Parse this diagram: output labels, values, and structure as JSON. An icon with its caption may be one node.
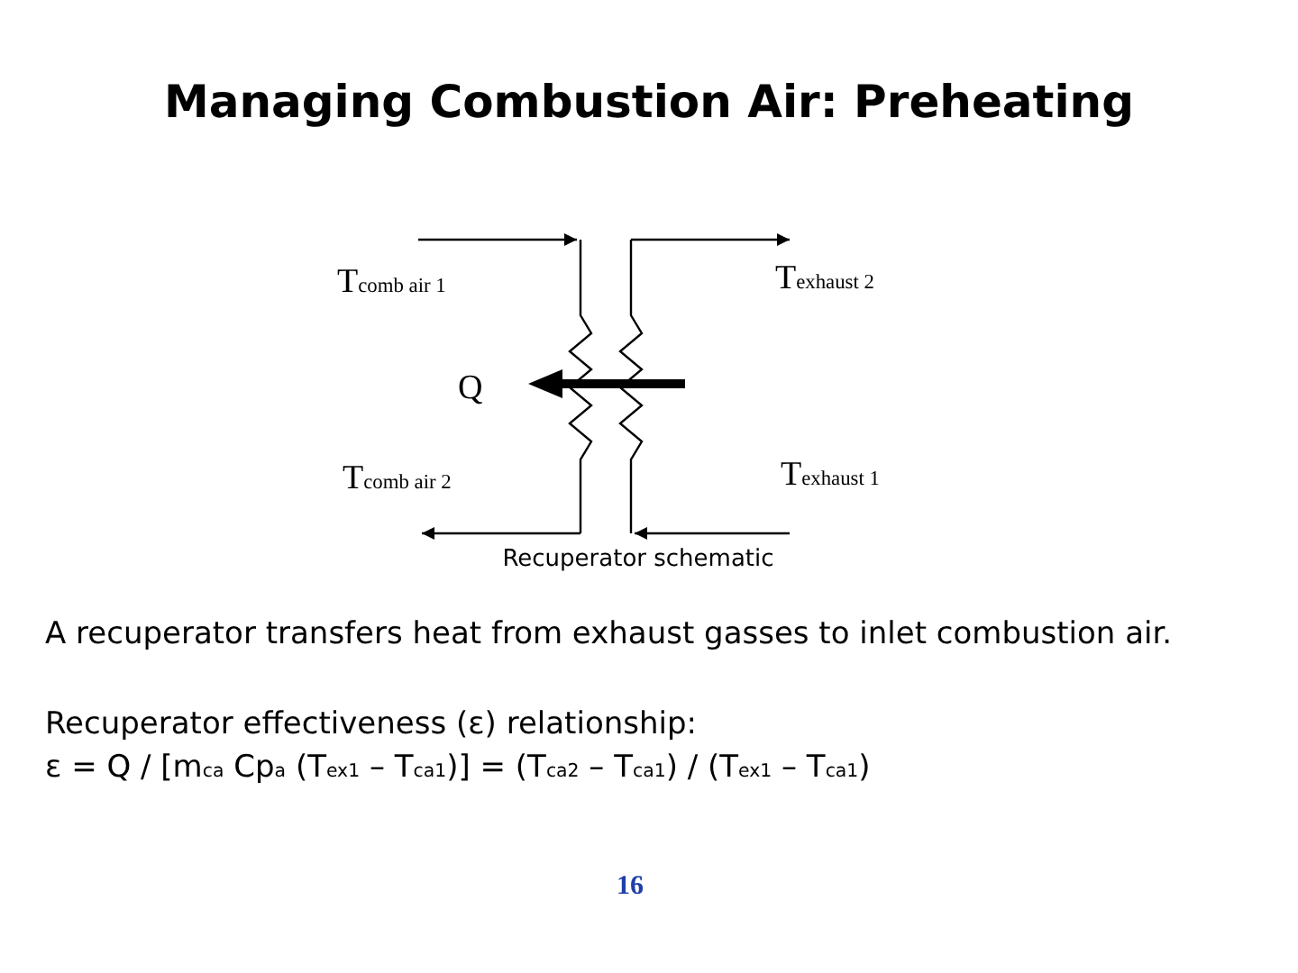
{
  "diagram": {
    "title": "Managing Combustion Air: Preheating",
    "caption": "Recuperator schematic",
    "labels": [
      "T$_{comb air 1}$",
      "T$_{exhaust 2}$",
      "Q",
      "T$_{comb air 2}$",
      "T$_{exhaust 1}$",
      "A recuperator transfers heat from exhaust gasses to inlet combustion air.",
      "Recuperator effectiveness (ε) relationship:",
      "ε = Q / [m$_{ca}$ Cp$_{a}$ (T$_{ex1}$ – T$_{ca1}$)] = (T$_{ca2}$ – T$_{ca1}$) / (T$_{ex1}$ – T$_{ca1}$)",
      "16"
    ]
  }
}
